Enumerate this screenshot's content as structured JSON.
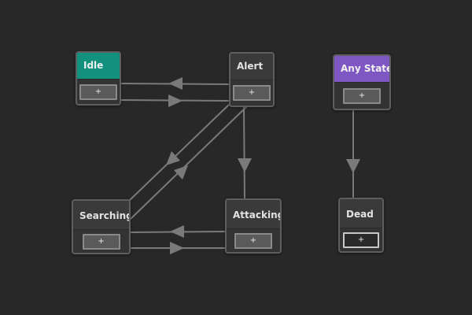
{
  "colors": {
    "background": "#282828",
    "edge": "#7a7a7a",
    "idle_header": "#13917f",
    "any_state_header": "#7e57c2"
  },
  "nodes": {
    "idle": {
      "label": "Idle",
      "button_label": "+"
    },
    "alert": {
      "label": "Alert",
      "button_label": "+"
    },
    "any_state": {
      "label": "Any State",
      "button_label": "+"
    },
    "searching": {
      "label": "Searching",
      "button_label": "+"
    },
    "attacking": {
      "label": "Attacking",
      "button_label": "+"
    },
    "dead": {
      "label": "Dead",
      "button_label": "+"
    }
  },
  "transitions": [
    {
      "from": "alert",
      "to": "idle"
    },
    {
      "from": "idle",
      "to": "alert"
    },
    {
      "from": "alert",
      "to": "searching"
    },
    {
      "from": "searching",
      "to": "alert"
    },
    {
      "from": "alert",
      "to": "attacking"
    },
    {
      "from": "attacking",
      "to": "searching"
    },
    {
      "from": "searching",
      "to": "attacking"
    },
    {
      "from": "any_state",
      "to": "dead"
    }
  ]
}
